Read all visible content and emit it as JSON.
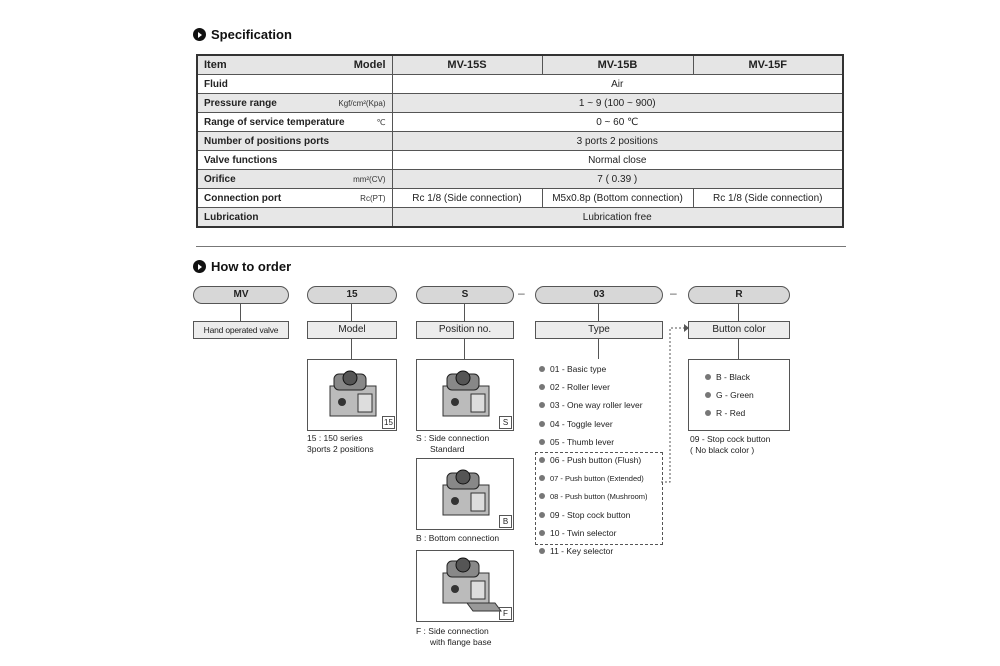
{
  "spec": {
    "title": "Specification",
    "header": {
      "item": "Item",
      "model": "Model",
      "cols": [
        "MV-15S",
        "MV-15B",
        "MV-15F"
      ]
    },
    "rows": [
      {
        "label": "Fluid",
        "unit": "",
        "value": "Air"
      },
      {
        "label": "Pressure range",
        "unit": "Kgf/cm²(Kpa)",
        "value": "1 ~ 9 (100 ~ 900)"
      },
      {
        "label": "Range of service temperature",
        "unit": "℃",
        "value": "0 ~ 60 ℃"
      },
      {
        "label": "Number of positions ports",
        "unit": "",
        "value": "3 ports 2 positions"
      },
      {
        "label": "Valve functions",
        "unit": "",
        "value": "Normal close"
      },
      {
        "label": "Orifice",
        "unit": "mm²(CV)",
        "value": "7 ( 0.39 )"
      },
      {
        "label": "Connection port",
        "unit": "Rc(PT)",
        "values": [
          "Rc 1/8 (Side connection)",
          "M5x0.8p (Bottom connection)",
          "Rc 1/8 (Side connection)"
        ]
      },
      {
        "label": "Lubrication",
        "unit": "",
        "value": "Lubrication free"
      }
    ]
  },
  "order": {
    "title": "How to order",
    "codes": {
      "mv": "MV",
      "model": "15",
      "position": "S",
      "type": "03",
      "color": "R",
      "dash1": "–",
      "dash2": "–"
    },
    "boxes": {
      "mv": "Hand operated valve",
      "model": "Model",
      "position": "Position no.",
      "type": "Type",
      "color": "Button color"
    },
    "model": {
      "tag": "15",
      "caption1": "15 : 150 series",
      "caption2": "3ports 2 positions"
    },
    "positions": [
      {
        "tag": "S",
        "caption1": "S : Side connection",
        "caption2": "Standard"
      },
      {
        "tag": "B",
        "caption1": "B : Bottom connection",
        "caption2": ""
      },
      {
        "tag": "F",
        "caption1": "F : Side connection",
        "caption2": "with flange base"
      }
    ],
    "types": [
      "01 - Basic type",
      "02 - Roller lever",
      "03 - One way roller lever",
      "04 - Toggle lever",
      "05 - Thumb lever",
      "06 - Push button (Flush)",
      "07 - Push button (Extended)",
      "08 - Push button (Mushroom)",
      "09 - Stop cock button",
      "10 - Twin selector",
      "11 - Key selector"
    ],
    "colors": [
      "B - Black",
      "G - Green",
      "R - Red"
    ],
    "color_note1": "09 - Stop cock button",
    "color_note2": "( No black color )"
  }
}
